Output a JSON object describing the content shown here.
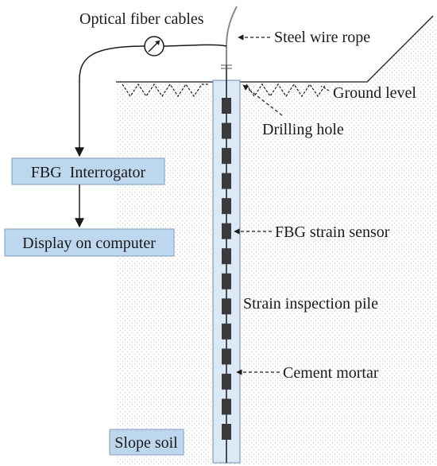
{
  "diagram": {
    "labels": {
      "optical_fiber": "Optical fiber cables",
      "steel_wire": "Steel wire rope",
      "ground_level": "Ground level",
      "drilling_hole": "Drilling hole",
      "interrogator": "FBG  Interrogator",
      "display": "Display on computer",
      "sensor": "FBG strain sensor",
      "pile": "Strain inspection pile",
      "mortar": "Cement mortar",
      "soil": "Slope soil"
    },
    "colors": {
      "box_fill": "#bdd7ee",
      "pile_fill": "#dbe8f5",
      "soil_dots": "#c8c8c8",
      "line": "#1a1a1a",
      "sensor": "#3a3a3a"
    },
    "sensor_count": 14
  }
}
